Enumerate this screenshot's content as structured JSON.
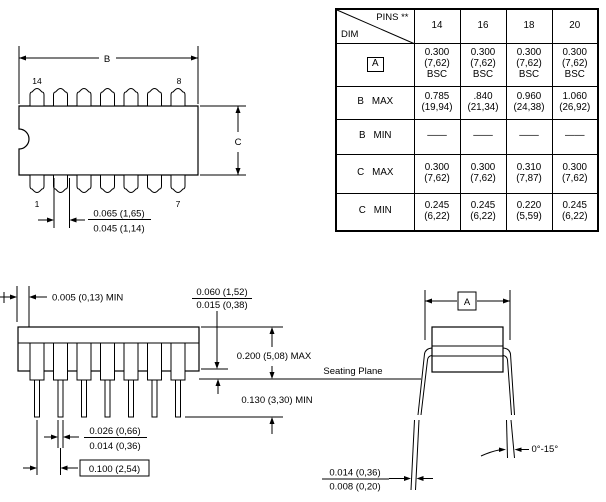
{
  "top_view": {
    "dim_b_label": "B",
    "dim_c_label": "C",
    "pin_labels": {
      "top_left": "14",
      "top_right": "8",
      "bottom_left": "1",
      "bottom_right": "7"
    },
    "lead_width": {
      "num": "0.065 (1,65)",
      "den": "0.045 (1,14)"
    }
  },
  "pin_table": {
    "header": {
      "pins": "PINS **",
      "dim": "DIM",
      "columns": [
        "14",
        "16",
        "18",
        "20"
      ]
    },
    "rows": [
      {
        "letter": "A",
        "qualifier": "",
        "values": [
          "0.300\n(7,62)\nBSC",
          "0.300\n(7,62)\nBSC",
          "0.300\n(7,62)\nBSC",
          "0.300\n(7,62)\nBSC"
        ]
      },
      {
        "letter": "B",
        "qualifier": "MAX",
        "values": [
          "0.785\n(19,94)",
          ".840\n(21,34)",
          "0.960\n(24,38)",
          "1.060\n(26,92)"
        ]
      },
      {
        "letter": "B",
        "qualifier": "MIN",
        "values": [
          "——",
          "——",
          "——",
          "——"
        ]
      },
      {
        "letter": "C",
        "qualifier": "MAX",
        "values": [
          "0.300\n(7,62)",
          "0.300\n(7,62)",
          "0.310\n(7,87)",
          "0.300\n(7,62)"
        ]
      },
      {
        "letter": "C",
        "qualifier": "MIN",
        "values": [
          "0.245\n(6,22)",
          "0.245\n(6,22)",
          "0.220\n(5,59)",
          "0.245\n(6,22)"
        ]
      }
    ]
  },
  "side_view": {
    "end_clearance": "0.005 (0,13) MIN",
    "standoff": {
      "num": "0.060 (1,52)",
      "den": "0.015 (0,38)"
    },
    "body_height": "0.200 (5,08) MAX",
    "lead_length": "0.130 (3,30) MIN",
    "seating_plane": "Seating Plane",
    "lead_width": {
      "num": "0.026 (0,66)",
      "den": "0.014 (0,36)"
    },
    "lead_pitch": "0.100 (2,54)"
  },
  "end_view": {
    "dim_a_label": "A",
    "lead_angle": "0°-15°",
    "lead_thickness": {
      "num": "0.014 (0,36)",
      "den": "0.008 (0,20)"
    }
  }
}
